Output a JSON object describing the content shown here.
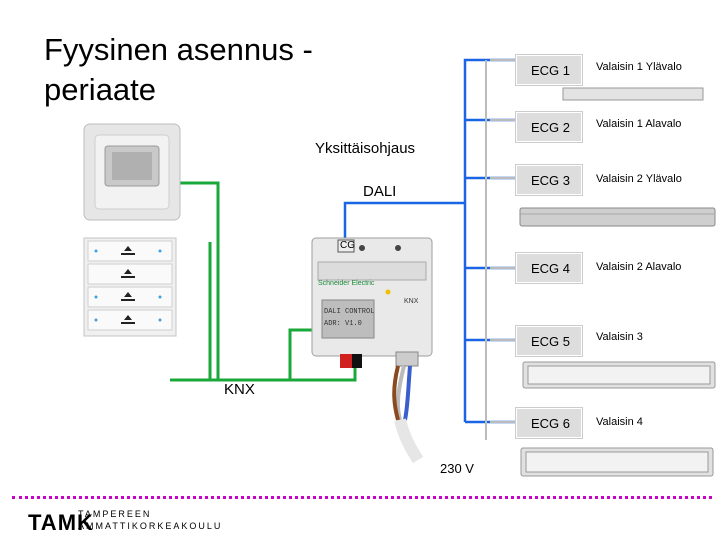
{
  "title": "Fyysinen asennus - periaate",
  "labels": {
    "yksittaisohjaus": "Yksittäisohjaus",
    "dali": "DALI",
    "knx": "KNX",
    "voltage": "230 V"
  },
  "ecgs": [
    {
      "name": "ECG 1",
      "lamp": "Valaisin 1 Ylävalo"
    },
    {
      "name": "ECG 2",
      "lamp": "Valaisin 1 Alavalo"
    },
    {
      "name": "ECG 3",
      "lamp": "Valaisin 2 Ylävalo"
    },
    {
      "name": "ECG 4",
      "lamp": "Valaisin 2 Alavalo"
    },
    {
      "name": "ECG 5",
      "lamp": "Valaisin 3"
    },
    {
      "name": "ECG 6",
      "lamp": "Valaisin 4"
    }
  ],
  "device": {
    "brand": "Schneider Electric",
    "display_line1": "DALI CONTROL",
    "display_line2": "ADR: V1.0",
    "badge": "KNX",
    "cg_label": "CG"
  },
  "colors": {
    "wire_dali": "#1a64e6",
    "wire_knx": "#1aa83a",
    "footer_dots": "#c800c8",
    "ecg_box": "#dddddd"
  },
  "footer": {
    "logo_mark": "TAMK",
    "line1": "TAMPEREEN",
    "line2": "AMMATTIKORKEAKOULU"
  }
}
